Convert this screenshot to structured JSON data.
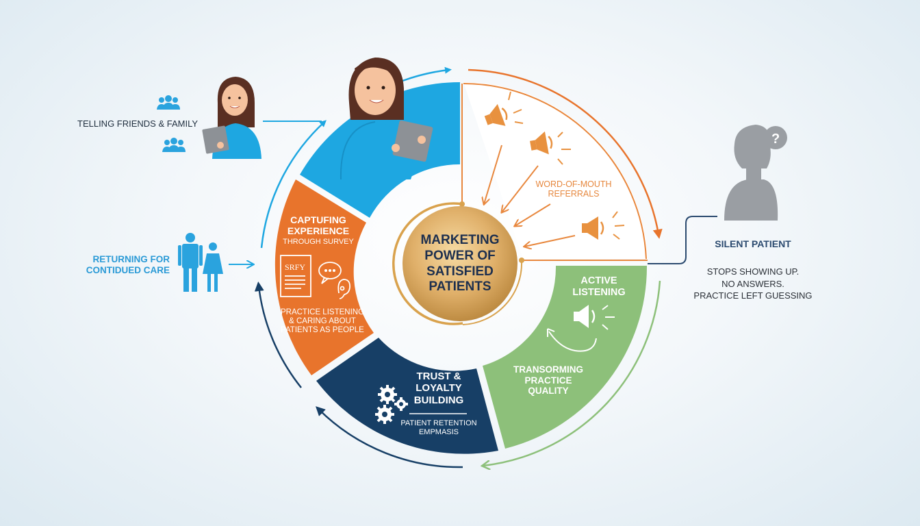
{
  "center": {
    "title_lines": [
      "MARKETING",
      "POWER OF",
      "SATISFIED",
      "PATIENTS"
    ]
  },
  "segments": [
    {
      "id": "telling",
      "color": "#1ea7e1",
      "illustration": "woman-with-tablet"
    },
    {
      "id": "word-of-mouth",
      "color": "#ffffff",
      "title_lines": [
        "WORD-OF-MOUTH",
        "REFERRALS"
      ],
      "text_color": "#e6873d"
    },
    {
      "id": "active-listening",
      "color": "#8dc07a",
      "title_lines": [
        "ACTIVE",
        "LISTENING"
      ],
      "subtitle_lines": [
        "TRANSORMING",
        "PRACTICE",
        "QUALITY"
      ]
    },
    {
      "id": "trust",
      "color": "#173f66",
      "title_lines": [
        "TRUST &",
        "LOYALTY",
        "BUILDING"
      ],
      "subtitle_lines": [
        "PATIENT RETENTION",
        "EMPMASIS"
      ]
    },
    {
      "id": "capturing",
      "color": "#e8742c",
      "title_lines": [
        "CAPTUFING",
        "EXPERIENCE"
      ],
      "title_sub": "THROUGH SURVEY",
      "survey_sheet_text": "SRFY",
      "subtitle_lines": [
        "PRACTICE LISTENING",
        "& CARING ABOUT",
        "PATIENTS AS PEOPLE"
      ]
    }
  ],
  "left": {
    "telling_label": "TELLING FRIENDS & FAMILY",
    "returning_lines": [
      "RETURNING FOR",
      "CONTIDUED CARE"
    ]
  },
  "right": {
    "silent_title": "SILENT PATIENT",
    "silent_desc_lines": [
      "STOPS SHOWING UP.",
      "NO ANSWERS.",
      "PRACTICE LEFT GUESSING"
    ]
  },
  "colors": {
    "blue": "#1ea7e1",
    "orange": "#e8742c",
    "orange_line": "#e8873d",
    "green": "#8dc07a",
    "navy": "#173f66",
    "gold": "#d9a24d",
    "gray": "#9a9ea3"
  }
}
